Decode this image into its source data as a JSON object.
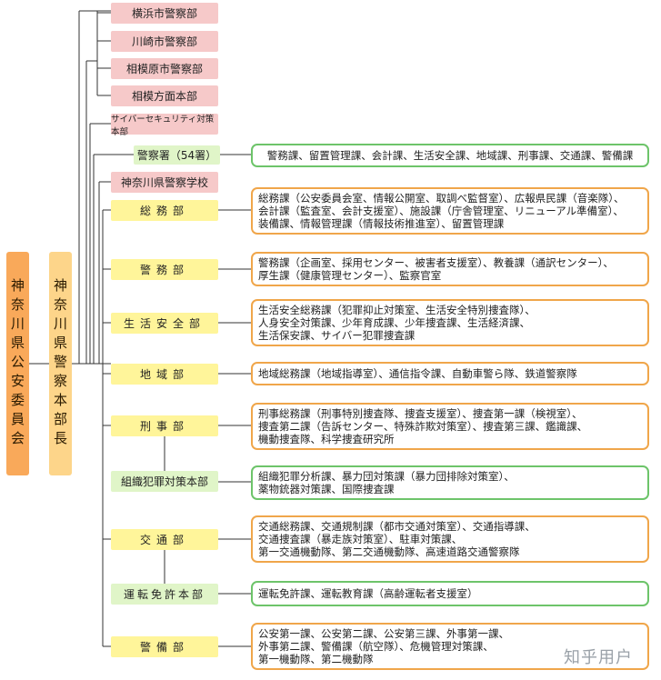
{
  "left": {
    "commission": "神奈川県公安委員会",
    "chief": "神奈川県警察本部長"
  },
  "top_units": [
    "横浜市警察部",
    "川崎市警察部",
    "相模原市警察部",
    "相模方面本部",
    "サイバーセキュリティ対策本部",
    "警察署（54署）",
    "神奈川県警察学校"
  ],
  "stations_desc": "警務課、留置管理課、会計課、生活安全課、地域課、刑事課、交通課、警備課",
  "divisions": [
    {
      "name": "総務部",
      "lines": [
        "総務課（公安委員会室、情報公開室、取調べ監督室）、広報県民課（音楽隊）、",
        "会計課（監査室、会計支援室）、施設課（庁舎管理室、リニューアル準備室）、",
        "装備課、情報管理課（情報技術推進室）、留置管理課"
      ]
    },
    {
      "name": "警務部",
      "lines": [
        "警務課（企画室、採用センター、被害者支援室）、教養課（通訳センター）、",
        "厚生課（健康管理センター）、監察官室"
      ]
    },
    {
      "name": "生活安全部",
      "lines": [
        "生活安全総務課（犯罪抑止対策室、生活安全特別捜査隊）、",
        "人身安全対策課、少年育成課、少年捜査課、生活経済課、",
        "生活保安課、サイバー犯罪捜査課"
      ]
    },
    {
      "name": "地域部",
      "lines": [
        "地域総務課（地域指導室）、通信指令課、自動車警ら隊、鉄道警察隊"
      ]
    },
    {
      "name": "刑事部",
      "lines": [
        "刑事総務課（刑事特別捜査隊、捜査支援室）、捜査第一課（検視室）、",
        "捜査第二課（告訴センター、特殊詐欺対策室）、捜査第三課、鑑識課、",
        "機動捜査隊、科学捜査研究所"
      ]
    },
    {
      "name": "組織犯罪対策本部",
      "lines": [
        "組織犯罪分析課、暴力団対策課（暴力団排除対策室）、",
        "薬物銃器対策課、国際捜査課"
      ]
    },
    {
      "name": "交通部",
      "lines": [
        "交通総務課、交通規制課（都市交通対策室）、交通指導課、",
        "交通捜査課（暴走族対策室）、駐車対策課、",
        "第一交通機動隊、第二交通機動隊、高速道路交通警察隊"
      ]
    },
    {
      "name": "運転免許本部",
      "lines": [
        "運転免許課、運転教育課（高齢運転者支援室）"
      ]
    },
    {
      "name": "警備部",
      "lines": [
        "公安第一課、公安第二課、公安第三課、外事第一課、",
        "外事第二課、警備課（航空隊）、危機管理対策課、",
        "第一機動隊、第二機動隊"
      ]
    }
  ],
  "colors": {
    "pink": "#f6c9c9",
    "yellow": "#fff59a",
    "green_fill": "#e0f5c8",
    "orange_left": "#f9a95a",
    "orange_chief": "#fdd58a",
    "orange_border": "#f0a64a",
    "green_border": "#6dc46a"
  },
  "watermark": "知乎用户"
}
